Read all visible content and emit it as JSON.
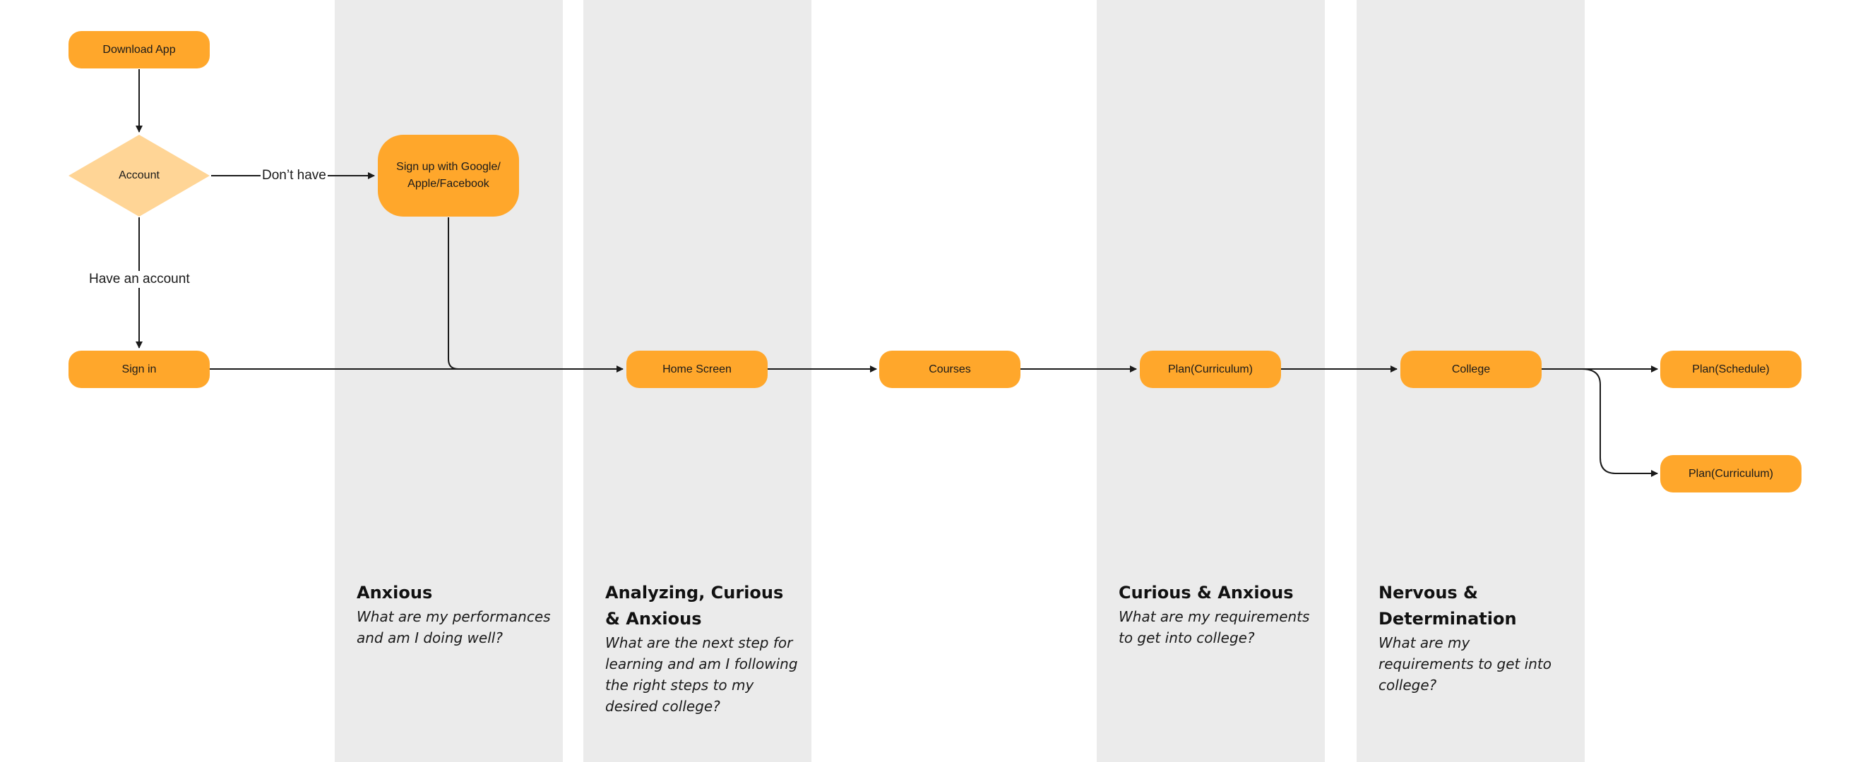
{
  "nodes": {
    "download_app": "Download App",
    "account": "Account",
    "signup": "Sign up with Google/ Apple/Facebook",
    "sign_in": "Sign in",
    "home_screen": "Home Screen",
    "courses": "Courses",
    "plan_curriculum": "Plan(Curriculum)",
    "college": "College",
    "plan_schedule": "Plan(Schedule)",
    "plan_curriculum_2": "Plan(Curriculum)"
  },
  "edges": {
    "dont_have": "Don’t have",
    "have_account": "Have an account"
  },
  "lanes": [
    {
      "title": "Anxious",
      "question": "What are my performances and am I doing well?"
    },
    {
      "title": "Analyzing, Curious & Anxious",
      "question": "What are the next step for learning and am I following the right steps to my desired college?"
    },
    {
      "title": "Curious & Anxious",
      "question": "What are my requirements to get into college?"
    },
    {
      "title": "Nervous & Determination",
      "question": "What are my requirements to get into college?"
    }
  ],
  "colors": {
    "node_fill": "#ffa72b",
    "decision_fill": "#ffd596",
    "lane_band": "#ebebeb",
    "line": "#1a1a1a"
  }
}
